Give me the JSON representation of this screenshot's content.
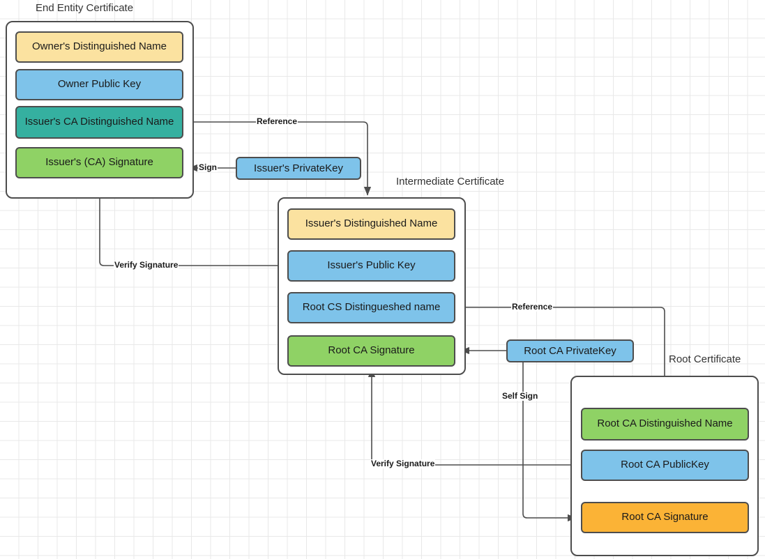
{
  "diagram": {
    "title_labels": {
      "end_entity": "End Entity Certificate",
      "intermediate": "Intermediate Certificate",
      "root": "Root Certificate"
    },
    "colors": {
      "yellow": "#fbe2a0",
      "blue": "#7ec3ea",
      "teal": "#35b0a0",
      "green": "#8fd265",
      "orange": "#fbb336",
      "stroke": "#4d4d4d",
      "grid": "#e8e8e8",
      "text": "#1a1a1a"
    },
    "end_entity_certificate": {
      "label": "End Entity Certificate",
      "fields": [
        {
          "label": "Owner's Distinguished Name",
          "color": "#fbe2a0"
        },
        {
          "label": "Owner Public  Key",
          "color": "#7ec3ea"
        },
        {
          "label": "Issuer's CA Distinguished Name",
          "color": "#35b0a0"
        },
        {
          "label": "Issuer's (CA) Signature",
          "color": "#8fd265"
        }
      ]
    },
    "intermediate_certificate": {
      "label": "Intermediate Certificate",
      "fields": [
        {
          "label": "Issuer's Distinguished Name",
          "color": "#fbe2a0"
        },
        {
          "label": "Issuer's Public  Key",
          "color": "#7ec3ea"
        },
        {
          "label": "Root CS Distingueshed name",
          "color": "#7ec3ea"
        },
        {
          "label": "Root CA Signature",
          "color": "#8fd265"
        }
      ]
    },
    "root_certificate": {
      "label": "Root Certificate",
      "fields": [
        {
          "label": "Root CA Distinguished Name",
          "color": "#8fd265"
        },
        {
          "label": "Root CA PublicKey",
          "color": "#7ec3ea"
        },
        {
          "label": "Root CA Signature",
          "color": "#fbb336"
        }
      ]
    },
    "keys": [
      {
        "label": "Issuer's PrivateKey",
        "color": "#7ec3ea"
      },
      {
        "label": "Root CA PrivateKey",
        "color": "#7ec3ea"
      }
    ],
    "edge_labels": {
      "reference_top": "Reference",
      "sign": "Sign",
      "verify_signature_top": "Verify Signature",
      "reference_bottom": "Reference",
      "self_sign": "Self Sign",
      "verify_signature_bottom": "Verify Signature"
    }
  }
}
